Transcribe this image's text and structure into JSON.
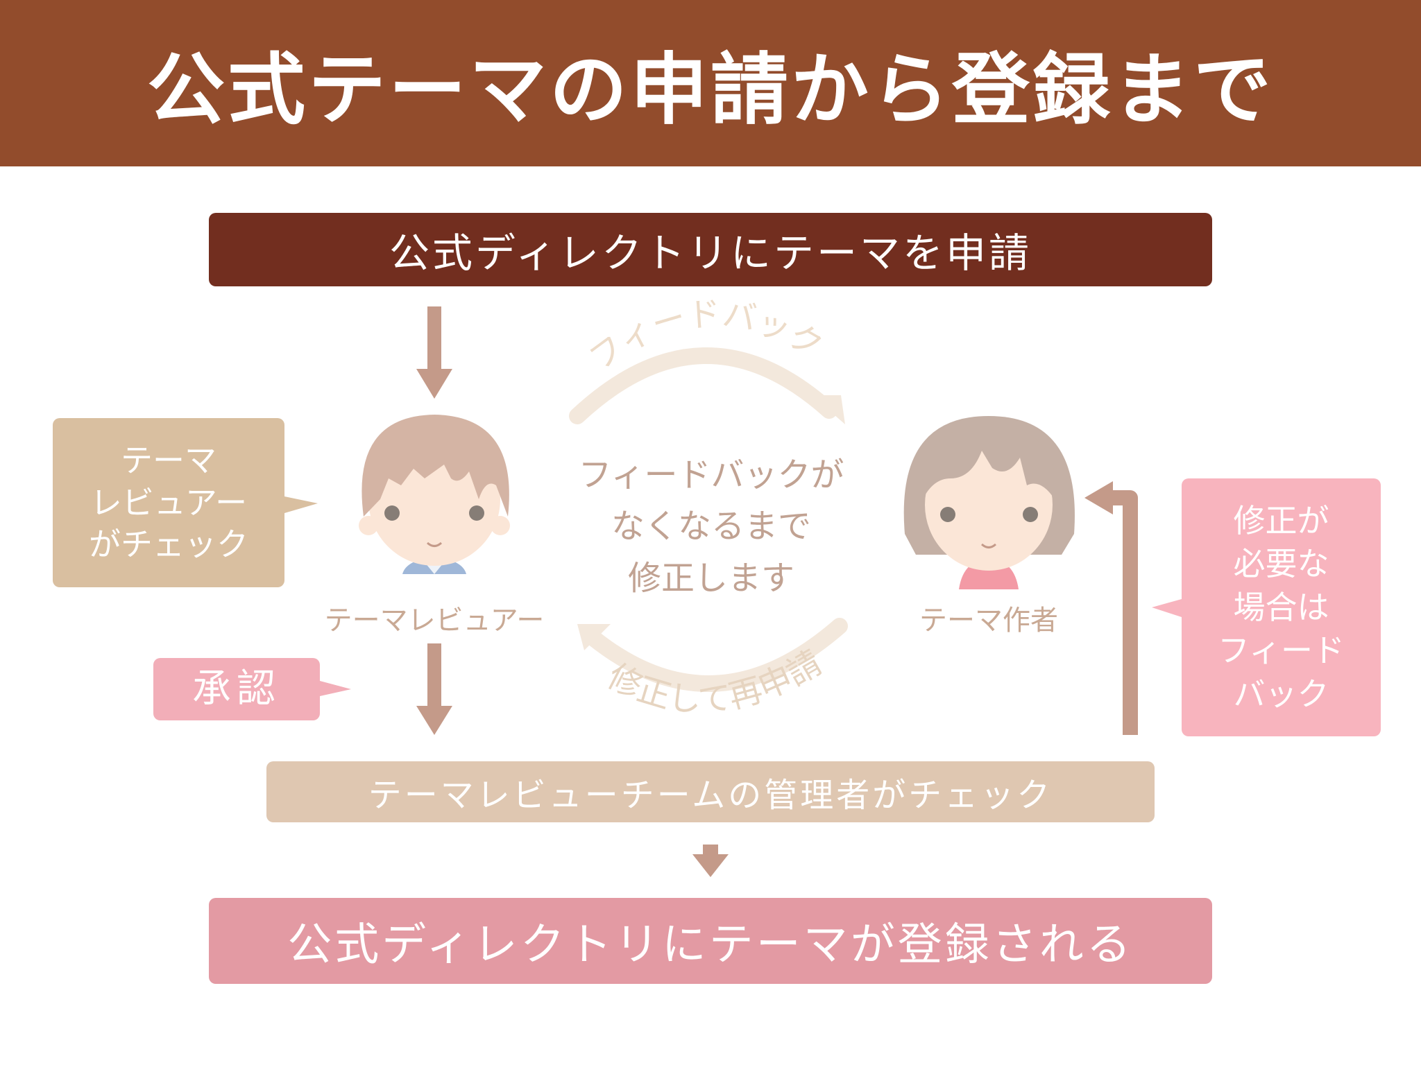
{
  "title": "公式テーマの申請から登録まで",
  "steps": {
    "submit": "公式ディレクトリにテーマを申請",
    "admin_check": "テーマレビューチームの管理者がチェック",
    "registered": "公式ディレクトリにテーマが登録される"
  },
  "actors": {
    "reviewer": "テーマレビュアー",
    "author": "テーマ作者"
  },
  "callouts": {
    "reviewer_check": "テーマ\nレビュアー\nがチェック",
    "approve": "承認",
    "feedback_if_needed": "修正が\n必要な\n場合は\nフィード\nバック"
  },
  "loop": {
    "top_label": "フィードバック",
    "bottom_label": "修正して再申請",
    "center": "フィードバックが\nなくなるまで\n修正します"
  },
  "colors": {
    "header": "#924c2c",
    "submit_bar": "#722e1f",
    "admin_bar": "#dfc7b1",
    "registered_bar": "#e39aa3",
    "arrow": "#c49a89",
    "loop_arrow": "#f3e8dc",
    "pink_callout": "#f8b4be",
    "beige_callout": "#d9bfa0"
  }
}
